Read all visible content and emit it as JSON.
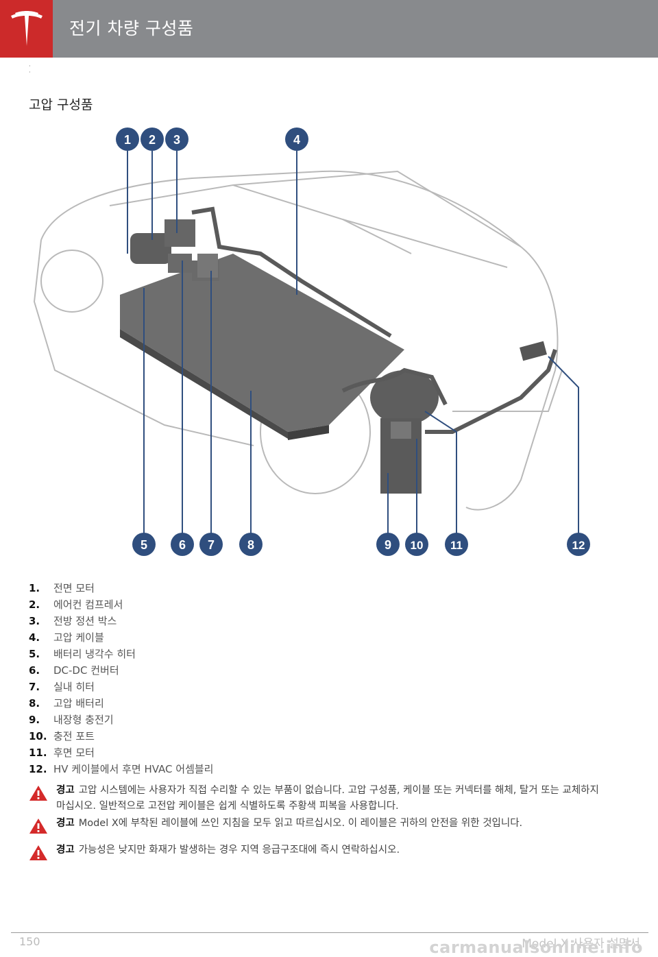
{
  "header": {
    "title": "전기 차량 구성품",
    "brand_color": "#cc2a2a",
    "bar_color": "#888a8d"
  },
  "dots": ":",
  "section": {
    "title": "고압 구성품"
  },
  "diagram": {
    "callouts": [
      "1",
      "2",
      "3",
      "4",
      "5",
      "6",
      "7",
      "8",
      "9",
      "10",
      "11",
      "12"
    ],
    "callout_color": "#2f4e7e"
  },
  "parts": [
    {
      "num": "1.",
      "label": "전면 모터"
    },
    {
      "num": "2.",
      "label": "에어컨 컴프레서"
    },
    {
      "num": "3.",
      "label": "전방 정션 박스"
    },
    {
      "num": "4.",
      "label": "고압 케이블"
    },
    {
      "num": "5.",
      "label": "배터리 냉각수 히터"
    },
    {
      "num": "6.",
      "label": "DC-DC 컨버터"
    },
    {
      "num": "7.",
      "label": "실내 히터"
    },
    {
      "num": "8.",
      "label": "고압 배터리"
    },
    {
      "num": "9.",
      "label": "내장형 충전기"
    },
    {
      "num": "10.",
      "label": "충전 포트"
    },
    {
      "num": "11.",
      "label": "후면 모터"
    },
    {
      "num": "12.",
      "label": "HV 케이블에서 후면 HVAC 어셈블리"
    }
  ],
  "warnings": [
    {
      "label": "경고",
      "text": "고압 시스템에는 사용자가 직접 수리할 수 있는 부품이 없습니다. 고압 구성품, 케이블 또는 커넥터를 해체, 탈거 또는 교체하지 마십시오. 일반적으로 고전압 케이블은 쉽게 식별하도록 주황색 피복을 사용합니다."
    },
    {
      "label": "경고",
      "text": "Model X에 부착된 레이블에 쓰인 지침을 모두 읽고 따르십시오. 이 레이블은 귀하의 안전을 위한 것입니다."
    },
    {
      "label": "경고",
      "text": "가능성은 낮지만 화재가 발생하는 경우 지역 응급구조대에 즉시 연락하십시오."
    }
  ],
  "footer": {
    "page": "150",
    "manual": "Model X 사용자 설명서",
    "watermark": "carmanualsonline.info"
  }
}
